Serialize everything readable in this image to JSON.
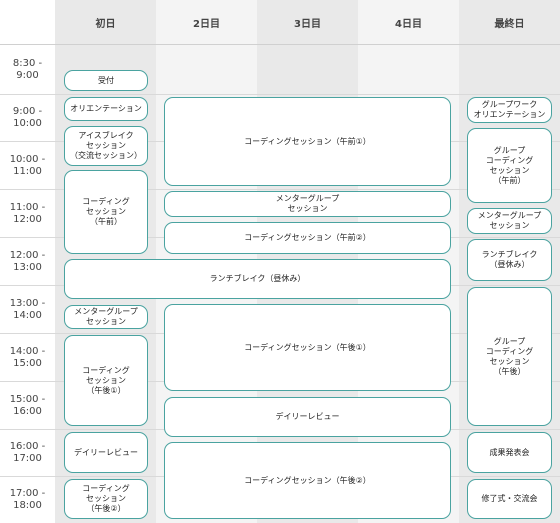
{
  "days": [
    "初日",
    "2日目",
    "3日目",
    "4日目",
    "最終日"
  ],
  "time_slots": [
    "8:30 -\n9:00",
    "9:00 -\n10:00",
    "10:00 -\n11:00",
    "11:00 -\n12:00",
    "12:00 -\n13:00",
    "13:00 -\n14:00",
    "14:00 -\n15:00",
    "15:00 -\n16:00",
    "16:00 -\n17:00",
    "17:00 -\n18:00"
  ],
  "events": {
    "d1_reception": "受付",
    "d1_orientation": "オリエンテーション",
    "d1_icebreak": "アイスブレイク\nセッション\n（交流セッション）",
    "d1_coding_am": "コーディング\nセッション\n（午前）",
    "d1_mentor": "メンターグループ\nセッション",
    "d1_coding_pm1": "コーディング\nセッション\n（午後①）",
    "d1_review": "デイリーレビュー",
    "d1_coding_pm2": "コーディング\nセッション\n（午後②）",
    "lunch_shared": "ランチブレイク（昼休み）",
    "mid_coding_am1": "コーディングセッション（午前①）",
    "mid_mentor": "メンターグループ\nセッション",
    "mid_coding_am2": "コーディングセッション（午前②）",
    "mid_coding_pm1": "コーディングセッション（午後①）",
    "mid_review": "デイリーレビュー",
    "mid_coding_pm2": "コーディングセッション（午後②）",
    "last_group_orientation": "グループワーク\nオリエンテーション",
    "last_group_coding_am": "グループ\nコーディング\nセッション\n（午前）",
    "last_mentor": "メンターグループ\nセッション",
    "last_lunch": "ランチブレイク\n（昼休み）",
    "last_group_coding_pm": "グループ\nコーディング\nセッション\n（午後）",
    "last_presentation": "成果発表会",
    "last_closing": "修了式・交流会"
  },
  "colors": {
    "event_border": "#4aa3a0",
    "column_shade": "#e9e9e9",
    "column_light": "#f4f4f4",
    "grid_line": "#d9d9d9"
  }
}
